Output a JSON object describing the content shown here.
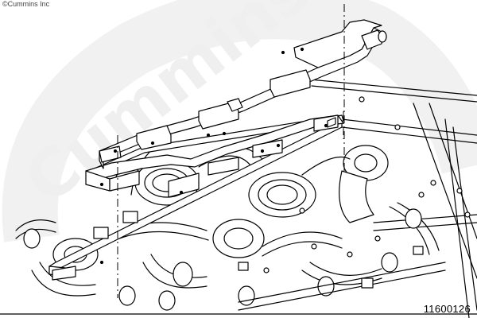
{
  "copyright": "©Cummins Inc",
  "figure_number": "11600126",
  "watermark": {
    "brand": "Cummins",
    "color": "#ececec"
  },
  "colors": {
    "line": "#000000",
    "background": "#ffffff"
  }
}
